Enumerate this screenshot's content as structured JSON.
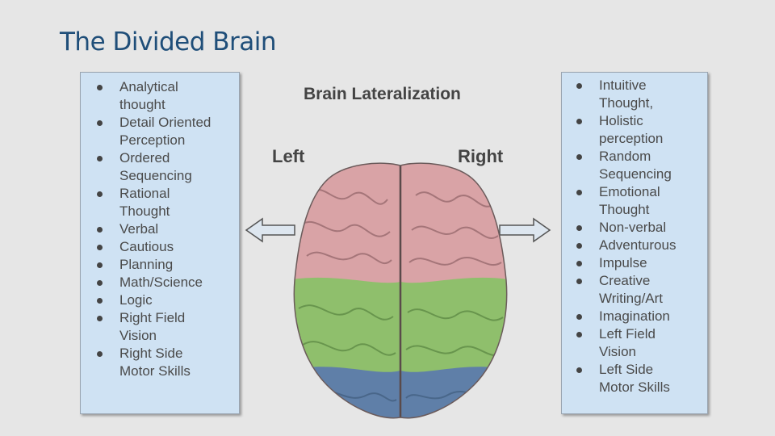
{
  "slide": {
    "title": "The Divided Brain"
  },
  "diagram": {
    "title": "Brain Lateralization",
    "left_label": "Left",
    "right_label": "Right"
  },
  "left_panel": {
    "items": [
      [
        "Analytical",
        "thought"
      ],
      [
        "Detail Oriented",
        "Perception"
      ],
      [
        "Ordered",
        "Sequencing"
      ],
      [
        "Rational",
        "Thought"
      ],
      [
        "Verbal"
      ],
      [
        "Cautious"
      ],
      [
        "Planning"
      ],
      [
        "Math/Science"
      ],
      [
        "Logic"
      ],
      [
        "Right Field",
        "Vision"
      ],
      [
        "Right Side",
        "Motor Skills"
      ]
    ]
  },
  "right_panel": {
    "items": [
      [
        "Intuitive",
        "Thought,"
      ],
      [
        "Holistic",
        "perception"
      ],
      [
        "Random",
        "Sequencing"
      ],
      [
        "Emotional",
        "Thought"
      ],
      [
        "Non-verbal"
      ],
      [
        "Adventurous"
      ],
      [
        "Impulse"
      ],
      [
        "Creative",
        "Writing/Art"
      ],
      [
        "Imagination"
      ],
      [
        "Left Field",
        "Vision"
      ],
      [
        "Left Side",
        "Motor Skills"
      ]
    ]
  },
  "colors": {
    "title": "#1f4e79",
    "panel_bg": "#cfe2f3",
    "frontal_lobe": "#d9a3a6",
    "middle_band": "#8fbf6c",
    "occipital_band": "#5f7fa8"
  }
}
